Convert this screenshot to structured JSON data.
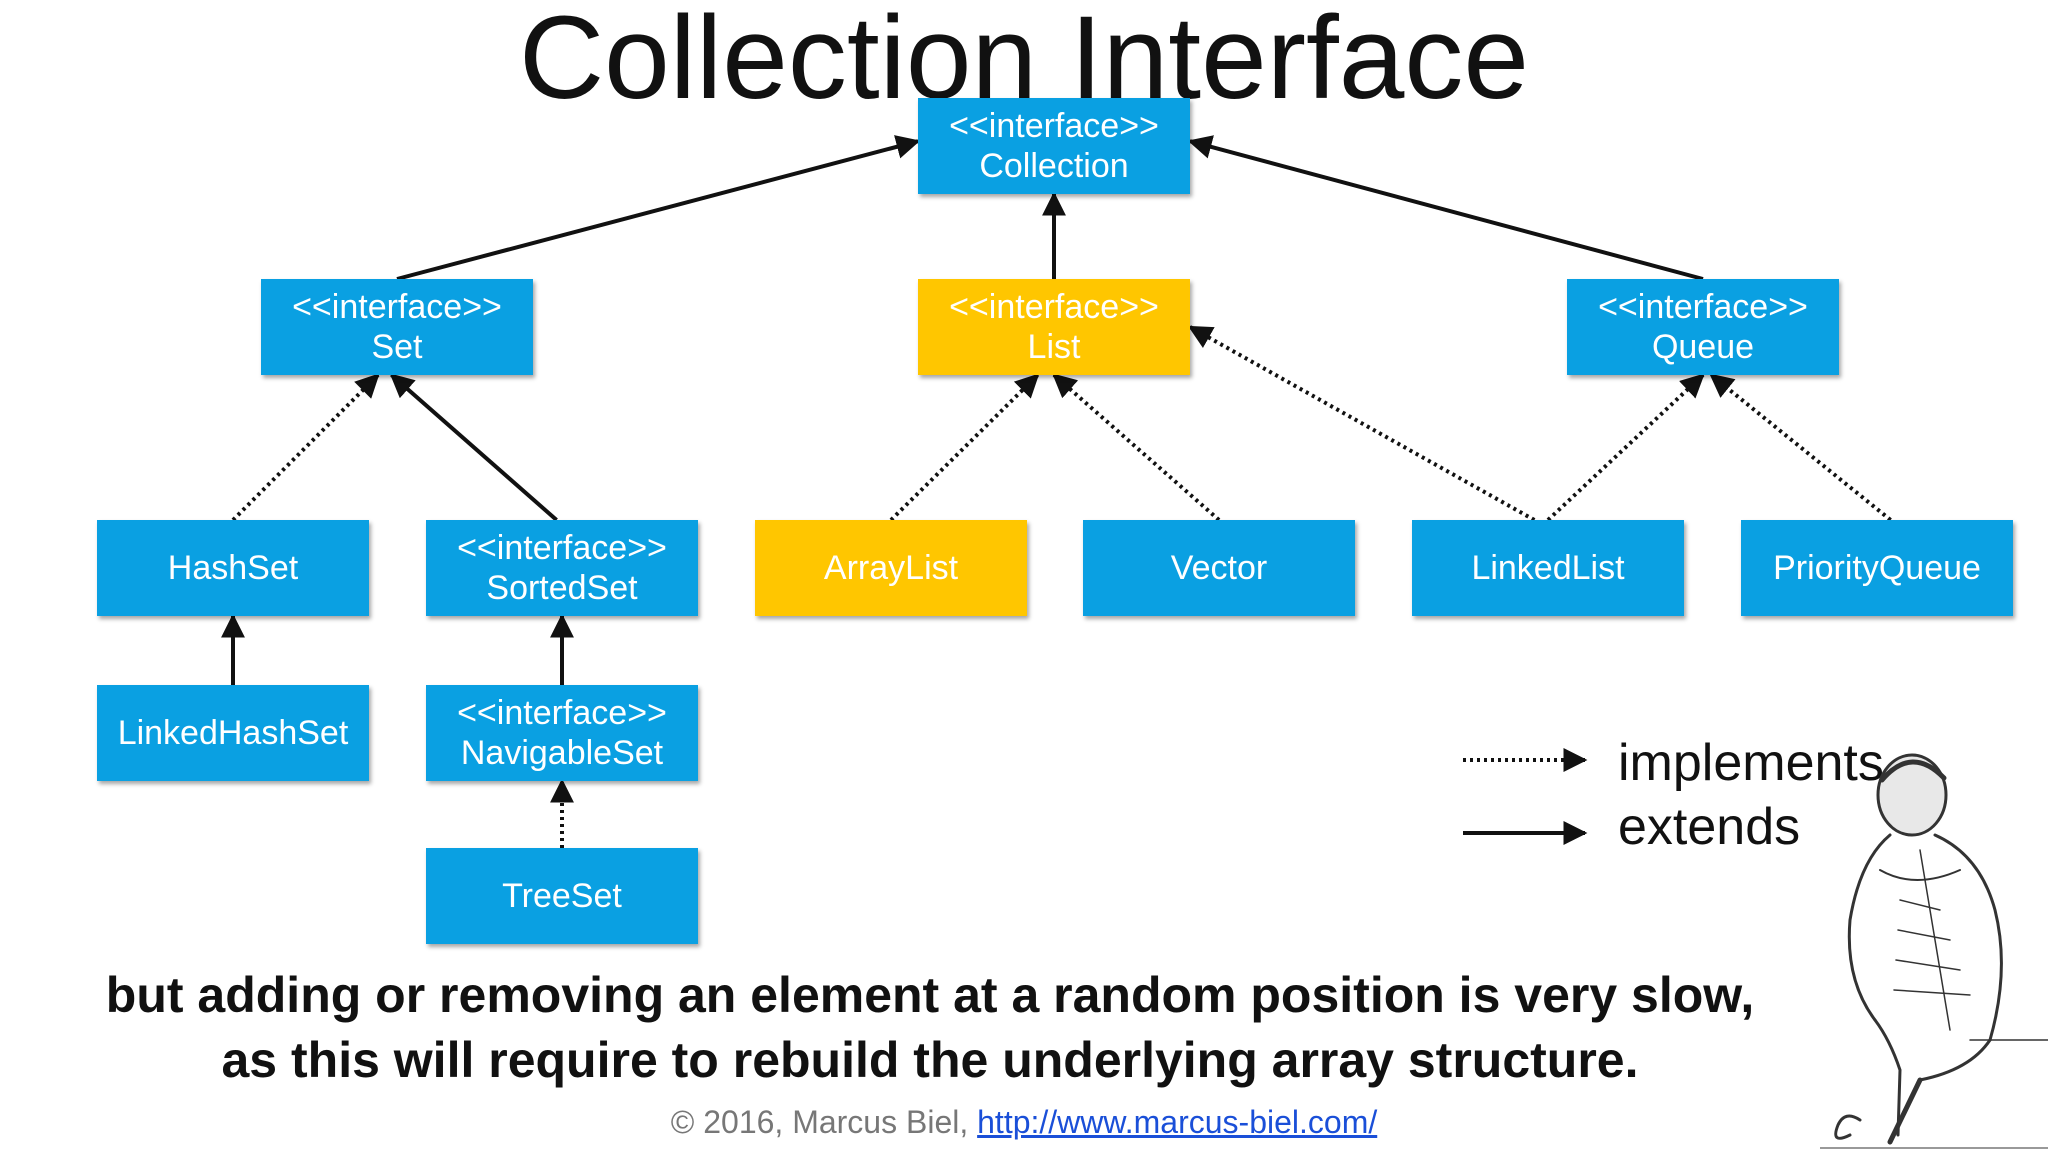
{
  "title": "Collection Interface",
  "diagram": {
    "nodes": {
      "collection": {
        "stereotype": "<<interface>>",
        "name": "Collection",
        "color": "#0aa0e2"
      },
      "set": {
        "stereotype": "<<interface>>",
        "name": "Set",
        "color": "#0aa0e2"
      },
      "list": {
        "stereotype": "<<interface>>",
        "name": "List",
        "color": "#ffc600"
      },
      "queue": {
        "stereotype": "<<interface>>",
        "name": "Queue",
        "color": "#0aa0e2"
      },
      "hashset": {
        "name": "HashSet",
        "color": "#0aa0e2"
      },
      "sortedset": {
        "stereotype": "<<interface>>",
        "name": "SortedSet",
        "color": "#0aa0e2"
      },
      "arraylist": {
        "name": "ArrayList",
        "color": "#ffc600"
      },
      "vector": {
        "name": "Vector",
        "color": "#0aa0e2"
      },
      "linkedlist": {
        "name": "LinkedList",
        "color": "#0aa0e2"
      },
      "priorityqueue": {
        "name": "PriorityQueue",
        "color": "#0aa0e2"
      },
      "linkedhashset": {
        "name": "LinkedHashSet",
        "color": "#0aa0e2"
      },
      "navigableset": {
        "stereotype": "<<interface>>",
        "name": "NavigableSet",
        "color": "#0aa0e2"
      },
      "treeset": {
        "name": "TreeSet",
        "color": "#0aa0e2"
      }
    },
    "edges": [
      {
        "from": "set",
        "to": "collection",
        "type": "extends"
      },
      {
        "from": "list",
        "to": "collection",
        "type": "extends"
      },
      {
        "from": "queue",
        "to": "collection",
        "type": "extends"
      },
      {
        "from": "hashset",
        "to": "set",
        "type": "implements"
      },
      {
        "from": "sortedset",
        "to": "set",
        "type": "extends"
      },
      {
        "from": "arraylist",
        "to": "list",
        "type": "implements"
      },
      {
        "from": "vector",
        "to": "list",
        "type": "implements"
      },
      {
        "from": "linkedlist",
        "to": "list",
        "type": "implements"
      },
      {
        "from": "linkedlist",
        "to": "queue",
        "type": "implements"
      },
      {
        "from": "priorityqueue",
        "to": "queue",
        "type": "implements"
      },
      {
        "from": "linkedhashset",
        "to": "hashset",
        "type": "extends"
      },
      {
        "from": "navigableset",
        "to": "sortedset",
        "type": "extends"
      },
      {
        "from": "treeset",
        "to": "navigableset",
        "type": "implements"
      }
    ]
  },
  "legend": {
    "implements": "implements",
    "extends": "extends"
  },
  "caption": {
    "line1": "but adding or removing an element at a random position is very slow,",
    "line2": "as this will require to rebuild the underlying array structure."
  },
  "footer": {
    "copyright": "© 2016, Marcus Biel, ",
    "link": "http://www.marcus-biel.com/"
  },
  "illustration": {
    "icon": "craftsman-illustration"
  }
}
